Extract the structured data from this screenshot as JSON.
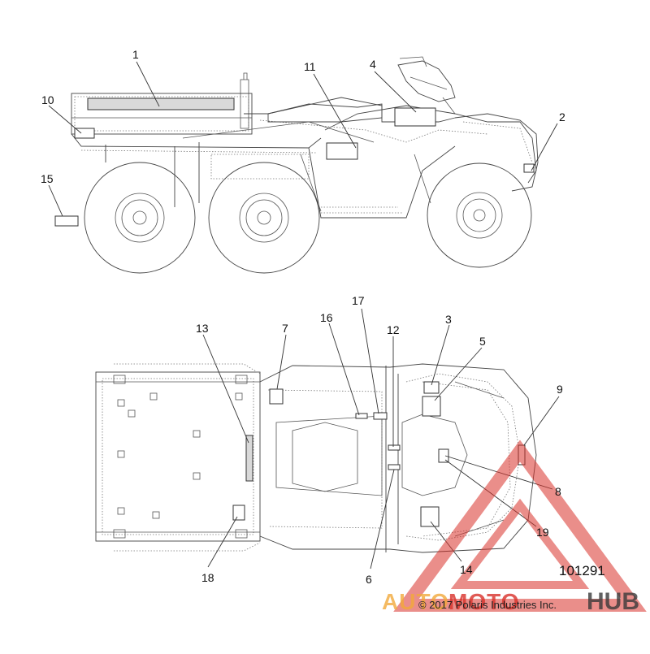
{
  "diagram": {
    "callouts": [
      "1",
      "2",
      "3",
      "4",
      "5",
      "6",
      "7",
      "8",
      "9",
      "10",
      "11",
      "12",
      "13",
      "14",
      "15",
      "16",
      "17",
      "18",
      "19"
    ],
    "figure_number": "101291",
    "copyright": "© 2017 Polaris Industries Inc.",
    "watermark": {
      "brand_auto": "AUTO",
      "brand_moto": "MOTO",
      "brand_hub": "HUB",
      "color_red": "#d9322b",
      "color_orange": "#f2a93b",
      "color_dark": "#3a3a3a"
    }
  }
}
